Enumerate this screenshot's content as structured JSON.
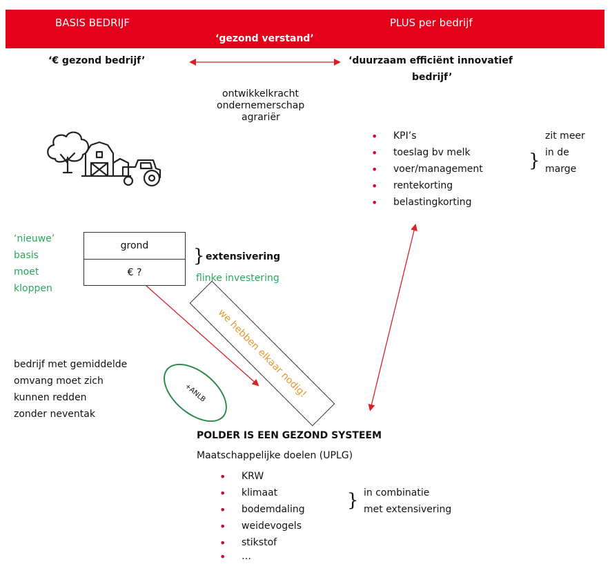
{
  "banner": {
    "left_title": "BASIS BEDRIJF",
    "right_title": "PLUS per bedrijf",
    "center": "‘gezond verstand’"
  },
  "left_heading": "‘€ gezond bedrijf’",
  "right_heading_line1": "‘duurzaam efficiënt innovatief",
  "right_heading_line2": "bedrijf’",
  "center_words": [
    "ontwikkelkracht",
    "ondernemerschap",
    "agrariër"
  ],
  "plus_list": [
    "KPI’s",
    "toeslag bv melk",
    "voer/management",
    "rentekorting",
    "belastingkorting"
  ],
  "plus_note": [
    "zit meer",
    "in de",
    "marge"
  ],
  "green_note": [
    "‘nieuwe’",
    "basis",
    "moet",
    "kloppen"
  ],
  "box_ground": "grond",
  "box_money": "€ ?",
  "extensivering": "extensivering",
  "flinke": "flinke investering",
  "rotated_text": "we hebben elkaar nodig!",
  "ellipse_text": "+ANLB",
  "left_note": [
    "bedrijf met gemiddelde",
    "omvang moet zich",
    "kunnen redden",
    "zonder neventak"
  ],
  "polder_title": "POLDER IS EEN GEZOND SYSTEEM",
  "polder_sub": "Maatschappelijke doelen (UPLG)",
  "goals": [
    "KRW",
    "klimaat",
    "bodemdaling",
    "weidevogels",
    "stikstof",
    "…"
  ],
  "goals_note": [
    "in combinatie",
    "met extensivering"
  ],
  "bullet_symbol": "•",
  "brace_symbol": "}",
  "colors": {
    "banner": "#e2001a",
    "arrow": "#d8202a",
    "green": "#2aa85a",
    "orange": "#e8982c",
    "ellipse": "#2a8a4a"
  },
  "icons": [
    "tree-icon",
    "barn-icon",
    "tractor-icon"
  ]
}
